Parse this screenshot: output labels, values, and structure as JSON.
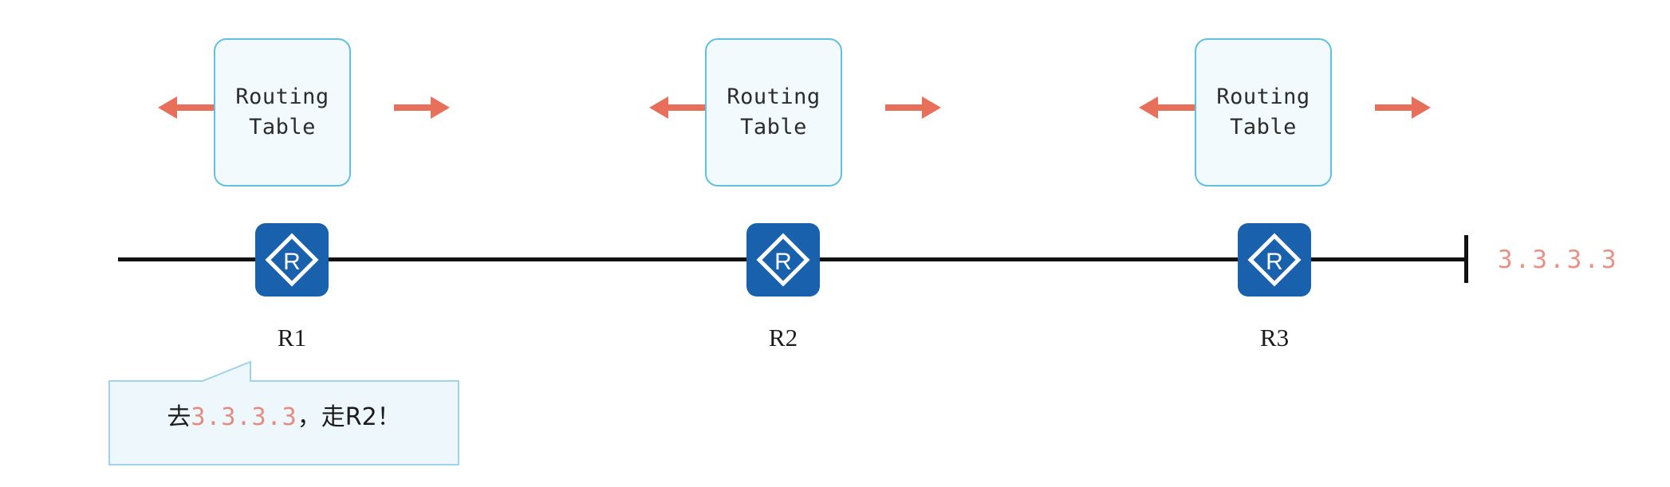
{
  "diagram": {
    "title": "Router hop-by-hop routing table diagram",
    "background_color": "#ffffff"
  },
  "colors": {
    "box_border": "#62bfe0",
    "box_fill": "#f2fafd",
    "arrow": "#e8705a",
    "router_fill": "#1961ad",
    "router_glyph": "#ffffff",
    "line": "#111111",
    "ip_text": "#e89287",
    "callout_border": "#9fd4e8",
    "callout_fill": "#eef7fb",
    "label_text": "#1b1b1b"
  },
  "routing_tables": [
    {
      "id": "rt1",
      "label": "Routing\nTable",
      "left_arrow": "arrow-left",
      "right_arrow": "arrow-right"
    },
    {
      "id": "rt2",
      "label": "Routing\nTable",
      "left_arrow": "arrow-left",
      "right_arrow": "arrow-right"
    },
    {
      "id": "rt3",
      "label": "Routing\nTable",
      "left_arrow": "arrow-left",
      "right_arrow": "arrow-right"
    }
  ],
  "routers": [
    {
      "id": "r1",
      "name": "R1",
      "glyph": "R"
    },
    {
      "id": "r2",
      "name": "R2",
      "glyph": "R"
    },
    {
      "id": "r3",
      "name": "R3",
      "glyph": "R"
    }
  ],
  "network": {
    "destination_ip": "3.3.3.3",
    "line_label": "backbone-link"
  },
  "callout": {
    "prefix": "去",
    "ip": "3.3.3.3",
    "suffix": "，走R2！",
    "full_text": "去3.3.3.3，走R2！"
  }
}
